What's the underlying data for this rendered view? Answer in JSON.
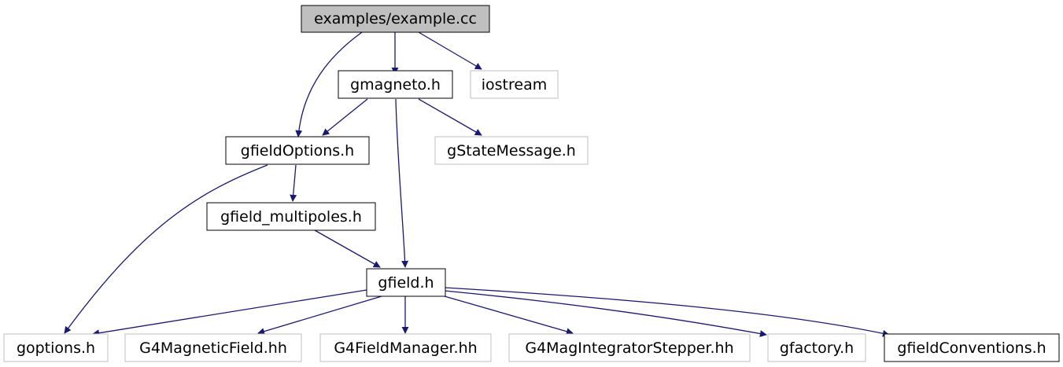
{
  "colors": {
    "edge": "#191970",
    "node_border": "#000000",
    "external_border": "#bfbfbf",
    "root_fill": "#bfbfbf",
    "text": "#000000"
  },
  "nodes": {
    "example_cc": "examples/example.cc",
    "gmagneto_h": "gmagneto.h",
    "iostream": "iostream",
    "gfieldOptions_h": "gfieldOptions.h",
    "gStateMessage_h": "gStateMessage.h",
    "gfield_multipoles_h": "gfield_multipoles.h",
    "gfield_h": "gfield.h",
    "goptions_h": "goptions.h",
    "G4MagneticField_hh": "G4MagneticField.hh",
    "G4FieldManager_hh": "G4FieldManager.hh",
    "G4MagIntegratorStepper_hh": "G4MagIntegratorStepper.hh",
    "gfactory_h": "gfactory.h",
    "gfieldConventions_h": "gfieldConventions.h"
  },
  "edges": [
    [
      "example_cc",
      "gmagneto_h"
    ],
    [
      "example_cc",
      "iostream"
    ],
    [
      "example_cc",
      "gfieldOptions_h"
    ],
    [
      "gmagneto_h",
      "gfieldOptions_h"
    ],
    [
      "gmagneto_h",
      "gStateMessage_h"
    ],
    [
      "gmagneto_h",
      "gfield_h"
    ],
    [
      "gfieldOptions_h",
      "gfield_multipoles_h"
    ],
    [
      "gfieldOptions_h",
      "goptions_h"
    ],
    [
      "gfield_multipoles_h",
      "gfield_h"
    ],
    [
      "gfield_h",
      "goptions_h"
    ],
    [
      "gfield_h",
      "G4MagneticField_hh"
    ],
    [
      "gfield_h",
      "G4FieldManager_hh"
    ],
    [
      "gfield_h",
      "G4MagIntegratorStepper_hh"
    ],
    [
      "gfield_h",
      "gfactory_h"
    ],
    [
      "gfield_h",
      "gfieldConventions_h"
    ]
  ]
}
